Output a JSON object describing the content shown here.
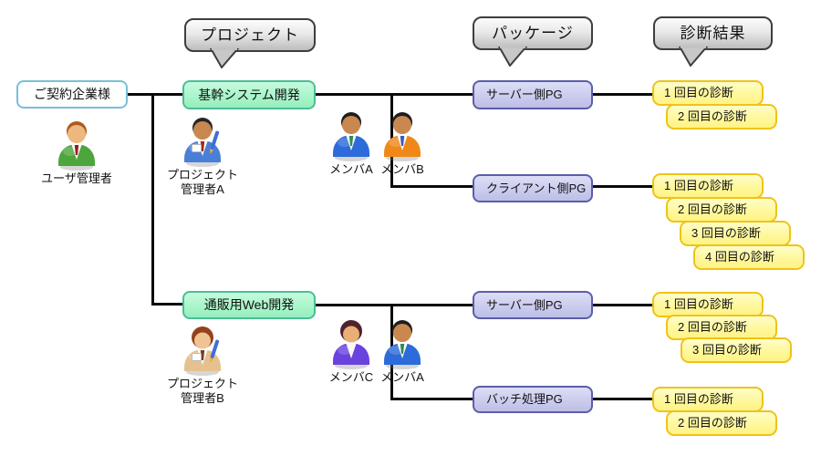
{
  "diagram": {
    "callouts": {
      "project": "プロジェクト",
      "package": "パッケージ",
      "result": "診断結果"
    },
    "company": "ご契約企業様",
    "user_admin": "ユーザ管理者",
    "project1": {
      "name": "基幹システム開発",
      "manager_line1": "プロジェクト",
      "manager_line2": "管理者A",
      "member1": "メンバA",
      "member2": "メンバB",
      "package1": {
        "name": "サーバー側PG",
        "r1": "1 回目の診断",
        "r2": "2 回目の診断"
      },
      "package2": {
        "name": "クライアント側PG",
        "r1": "1 回目の診断",
        "r2": "2 回目の診断",
        "r3": "3 回目の診断",
        "r4": "4 回目の診断"
      }
    },
    "project2": {
      "name": "通販用Web開発",
      "manager_line1": "プロジェクト",
      "manager_line2": "管理者B",
      "member1": "メンバC",
      "member2": "メンバA",
      "package1": {
        "name": "サーバー側PG",
        "r1": "1 回目の診断",
        "r2": "2 回目の診断",
        "r3": "3 回目の診断"
      },
      "package2": {
        "name": "バッチ処理PG",
        "r1": "1 回目の診断",
        "r2": "2 回目の診断"
      }
    },
    "icons": {
      "user_admin": {
        "semantic": "person-icon",
        "style": "male",
        "hair": "#B05A20",
        "skin": "#EDB87E",
        "suit": "#4CA63C",
        "tie": "#9C1A1A"
      },
      "pm_a": {
        "semantic": "person-writing-icon",
        "style": "male",
        "hair": "#262626",
        "skin": "#C98850",
        "suit": "#4A7FD8",
        "tie": "#A22818",
        "badge": true,
        "pen": true
      },
      "member_a": {
        "semantic": "person-icon",
        "style": "male",
        "hair": "#1E1E1E",
        "skin": "#C98850",
        "suit": "#2C6BD9",
        "tie": "#2E8B57"
      },
      "member_b": {
        "semantic": "person-icon",
        "style": "male",
        "hair": "#1E1E1E",
        "skin": "#C98850",
        "suit": "#F08818",
        "tie": "#3C55C8"
      },
      "pm_b": {
        "semantic": "person-writing-icon",
        "style": "female",
        "hair": "#93421E",
        "skin": "#F0C492",
        "suit": "#E6C190",
        "tie": "#7A3A1E",
        "badge": true,
        "pen": true
      },
      "member_c": {
        "semantic": "person-icon",
        "style": "female",
        "hair": "#50222E",
        "skin": "#E8B074",
        "suit": "#6A42DE"
      },
      "member_a2": {
        "semantic": "person-icon",
        "style": "male",
        "hair": "#1E1E1E",
        "skin": "#C98850",
        "suit": "#2C6BD9",
        "tie": "#2E8B57"
      }
    },
    "colors": {
      "connector": "#0A0A0A",
      "project_fill": "#A9F6CB",
      "project_border": "#4BBE96",
      "package_fill": "#CBCCEE",
      "package_border": "#5A5EA9",
      "note_fill": "#FFF8A0",
      "note_border": "#EFC319",
      "company_border": "#79BFDB",
      "callout_fill": "#D9D9D9",
      "callout_border": "#3E3E3E"
    }
  }
}
